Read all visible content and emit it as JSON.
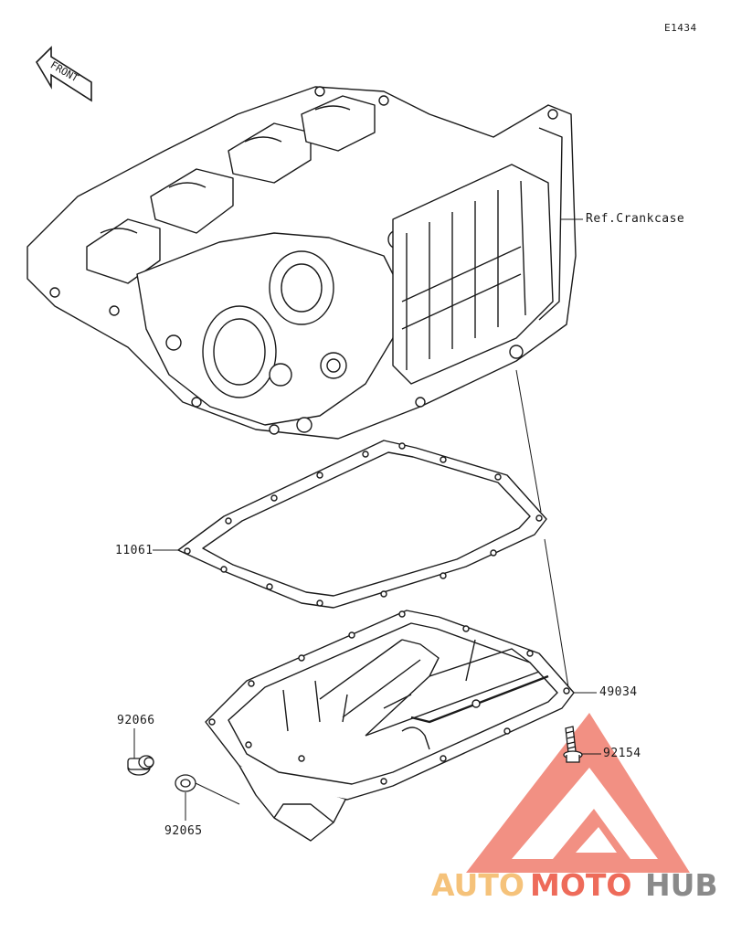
{
  "diagram_code": "E1434",
  "front_arrow": {
    "label": "FRONT"
  },
  "parts": [
    {
      "number": "Ref.Crankcase"
    },
    {
      "number": "11061"
    },
    {
      "number": "49034"
    },
    {
      "number": "92154"
    },
    {
      "number": "92066"
    },
    {
      "number": "92065"
    }
  ],
  "watermark": {
    "part1": "AUTO",
    "part2": "MOTO",
    "part3": "HUB",
    "colors": {
      "light": "#f5c27a",
      "red": "#ee6b5a",
      "gray": "#8a8a8a"
    }
  },
  "colors": {
    "line": "#1a1a1a",
    "background": "#ffffff"
  }
}
